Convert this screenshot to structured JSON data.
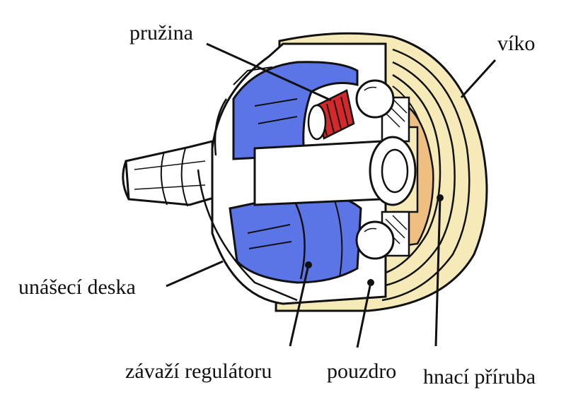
{
  "labels": {
    "spring": "pružina",
    "cover": "víko",
    "drive_plate": "unášecí deska",
    "regulator_weights": "závaží regulátoru",
    "sleeve": "pouzdro",
    "drive_flange": "hnací příruba"
  },
  "colors": {
    "weights": "#5b75e6",
    "spring": "#d4282a",
    "cover": "#f6ebb8",
    "flange": "#eebf80",
    "outline": "#111111"
  }
}
